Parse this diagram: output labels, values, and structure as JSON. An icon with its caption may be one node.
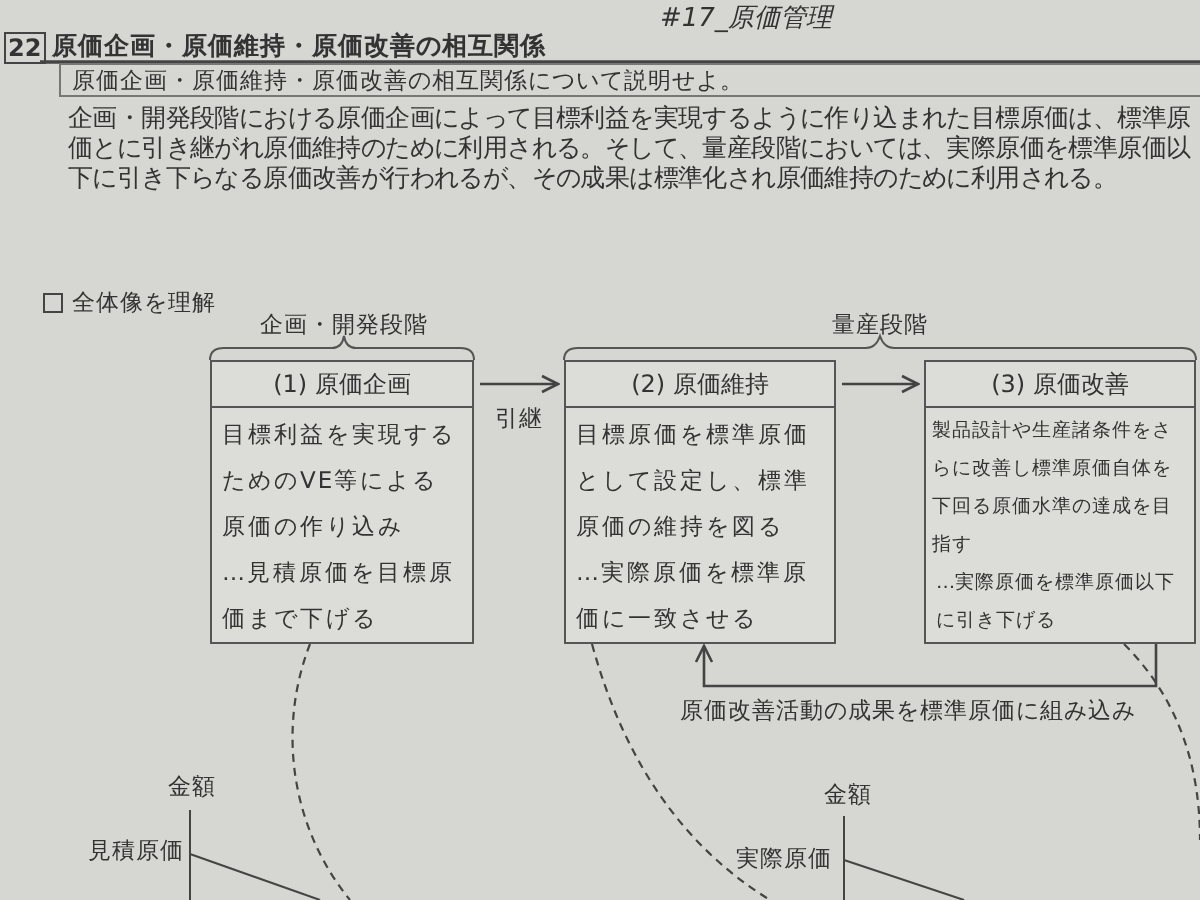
{
  "diagram": {
    "title": "原価企画・原価維持・原価改善の相互関係",
    "nodes": [
      {
        "text": [
          "(1) 原価企画",
          "目標利益を実現するためのVE等による原価の作り込み",
          "…見積原価を目標原価まで下げる"
        ]
      },
      {
        "text": [
          "(2) 原価維持",
          "目標原価を標準原価として設定し、標準原価の維持を図る",
          "…実際原価を標準原価に一致させる"
        ]
      },
      {
        "text": [
          "(3) 原価改善",
          "製品設計や生産諸条件をさらに改善し標準原価自体を下回る原価水準の達成を目指す",
          "…実際原価を標準原価以下に引き下げる"
        ]
      }
    ],
    "edges": [
      {
        "from": 0,
        "to": 1,
        "arrow": "to",
        "label": "引継"
      },
      {
        "from": 1,
        "to": 2,
        "arrow": "to"
      },
      {
        "from": 2,
        "to": 1,
        "arrow": "to",
        "label": "原価改善活動の成果を標準原価に組み込み"
      }
    ],
    "labels": [
      "#17_原価管理",
      "22",
      "原価企画・原価維持・原価改善の相互関係について説明せよ。",
      "企画・開発段階における原価企画によって目標利益を実現するように作り込まれた目標原価は、標準原価とに引き継がれ原価維持のために利用される。そして、量産段階においては、実際原価を標準原価以下に引き下らなる原価改善が行われるが、その成果は標準化され原価維持のために利用される。",
      "全体像を理解",
      "企画・開発段階",
      "量産段階",
      "金額",
      "見積原価",
      "金額",
      "実際原価"
    ]
  }
}
